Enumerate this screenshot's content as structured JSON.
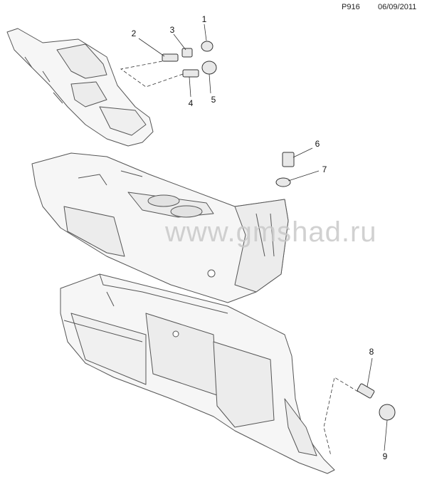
{
  "header": {
    "figure_code": "P916",
    "date": "06/09/2011"
  },
  "watermark": "www.gmshad.ru",
  "callouts": [
    "1",
    "2",
    "3",
    "4",
    "5",
    "6",
    "7",
    "8",
    "9"
  ],
  "colors": {
    "line": "#555555",
    "fill": "#f4f4f4",
    "watermark": "#c9c9c9"
  }
}
